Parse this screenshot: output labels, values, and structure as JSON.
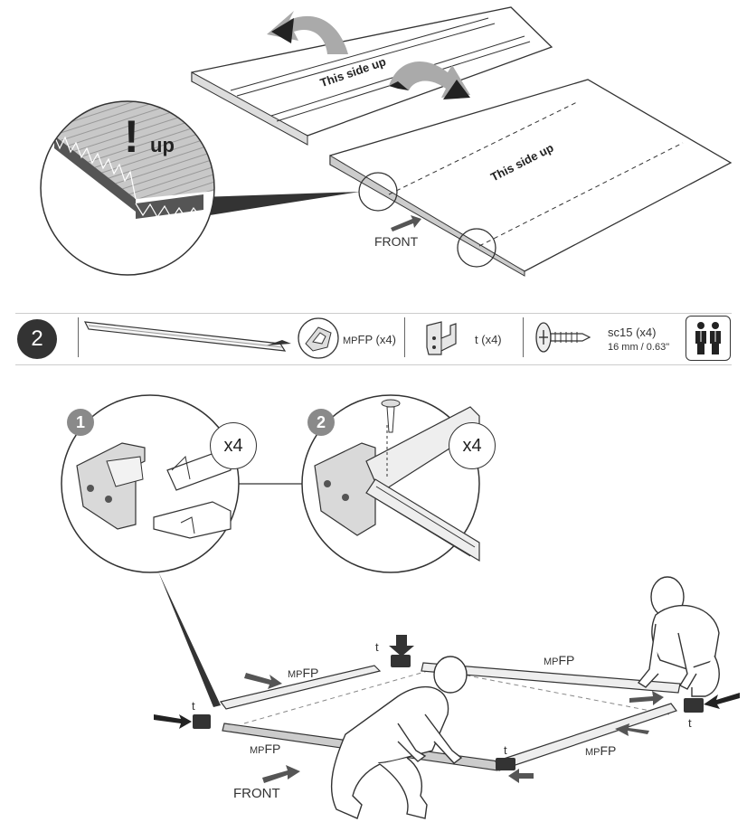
{
  "top": {
    "side_up_1": "This side up",
    "side_up_2": "This side up",
    "warning_mark": "!",
    "warning_text": "up",
    "front": "FRONT"
  },
  "parts": {
    "step_number": "2",
    "profile_prefix": "MP",
    "profile_code": "FP",
    "profile_qty": "(x4)",
    "bracket_code": "t",
    "bracket_qty": "(x4)",
    "screw_code": "sc15",
    "screw_qty": "(x4)",
    "screw_size": "16 mm / 0.63\""
  },
  "substeps": [
    {
      "number": "1",
      "count": "x4"
    },
    {
      "number": "2",
      "count": "x4"
    }
  ],
  "assembly": {
    "profile_prefix": "MP",
    "profile_code": "FP",
    "bracket_code": "t",
    "front": "FRONT"
  },
  "icons": [
    "rotate-arrow-icon",
    "magnifier-circle-icon",
    "two-persons-icon",
    "screw-icon",
    "bracket-icon",
    "arrow-icon"
  ]
}
